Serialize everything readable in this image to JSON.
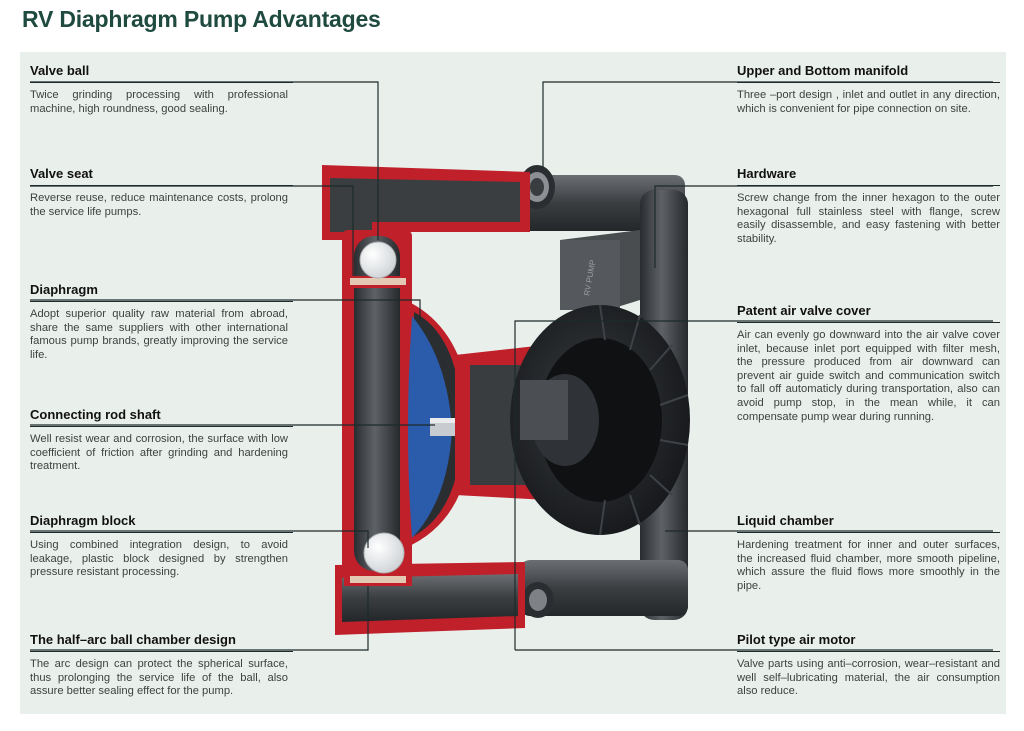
{
  "title": "RV Diaphragm Pump Advantages",
  "features": {
    "valve_ball": {
      "title": "Valve ball",
      "description": "Twice grinding processing with professional machine, high roundness, good sealing."
    },
    "valve_seat": {
      "title": "Valve seat",
      "description": "Reverse reuse, reduce maintenance costs, prolong the service life pumps."
    },
    "diaphragm": {
      "title": "Diaphragm",
      "description": "Adopt superior quality raw material from abroad, share the same suppliers with other international famous pump brands, greatly improving the service life."
    },
    "connecting_rod_shaft": {
      "title": "Connecting rod shaft",
      "description": "Well resist wear and corrosion, the surface with low coefficient of friction after grinding and hardening treatment."
    },
    "diaphragm_block": {
      "title": "Diaphragm block",
      "description": "Using combined integration design, to avoid leakage, plastic block designed by strengthen pressure resistant processing."
    },
    "half_arc_ball_chamber": {
      "title": "The half–arc ball chamber design",
      "description": "The arc design can protect the spherical surface, thus prolonging the service life of the ball, also assure better sealing effect for the pump."
    },
    "manifold": {
      "title": "Upper and Bottom manifold",
      "description": "Three –port design , inlet and outlet in any direction, which is convenient for pipe connection on site."
    },
    "hardware": {
      "title": "Hardware",
      "description": "Screw change from the inner hexagon to the outer hexagonal full stainless steel with flange, screw easily disassemble, and easy fastening with better stability."
    },
    "patent_air_valve_cover": {
      "title": "Patent air valve cover",
      "description": "Air can evenly go downward into the air valve cover inlet, because inlet port equipped with filter mesh, the pressure produced from air downward can prevent air guide switch and communication switch to fall off automaticly during transportation, also can avoid pump stop, in the mean while, it can compensate pump wear during running."
    },
    "liquid_chamber": {
      "title": "Liquid chamber",
      "description": "Hardening treatment for inner and outer surfaces, the increased fluid chamber, more smooth pipeline, which assure the fluid flows more smoothly in the pipe."
    },
    "pilot_air_motor": {
      "title": "Pilot type air motor",
      "description": "Valve parts using anti–corrosion, wear–resistant and well self–lubricating material, the air consumption also reduce."
    }
  },
  "colors": {
    "title": "#1f4a3f",
    "panel_background": "#e9f0ec",
    "leader_line": "#1d2b2a",
    "pump_body_dark": "#3a3d40",
    "pump_cutaway_red": "#c0202a",
    "diaphragm_blue": "#2a5cab",
    "valve_ball_white": "#f4f4f4"
  }
}
